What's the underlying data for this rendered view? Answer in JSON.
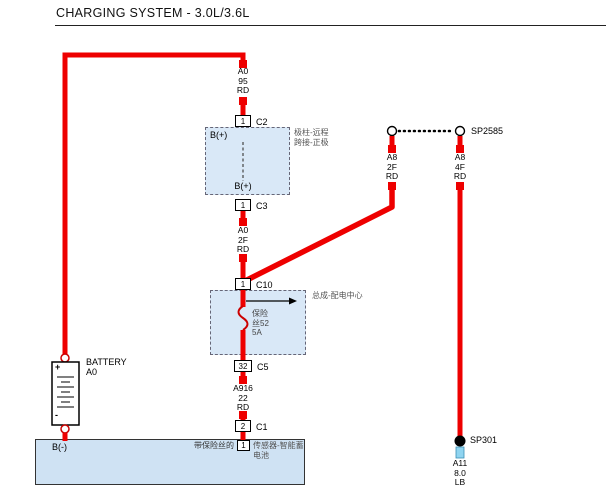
{
  "title": "CHARGING SYSTEM - 3.0L/3.6L",
  "colors": {
    "wire_red": "#ee0000",
    "wire_light_blue": "#8fd4f0",
    "component_fill": "#d9e8f7",
    "sensor_fill": "#cfe2f3"
  },
  "wire_labels": {
    "a0_95": [
      "A0",
      "95",
      "RD"
    ],
    "a0_2f": [
      "A0",
      "2F",
      "RD"
    ],
    "a916_22": [
      "A916",
      "22",
      "RD"
    ],
    "a8_2f": [
      "A8",
      "2F",
      "RD"
    ],
    "a8_4f": [
      "A8",
      "4F",
      "RD"
    ],
    "a11_80": [
      "A11",
      "8.0",
      "LB"
    ]
  },
  "connectors": {
    "c2": {
      "pin": "1",
      "name": "C2"
    },
    "c3": {
      "pin": "1",
      "name": "C3"
    },
    "c10": {
      "pin": "1",
      "name": "C10"
    },
    "c5": {
      "pin": "32",
      "name": "C5"
    },
    "c1": {
      "pin": "2",
      "name": "C1"
    },
    "sensor_pin": "1"
  },
  "components": {
    "jumper_post": {
      "terminal_top": "B(+)",
      "terminal_bottom": "B(+)",
      "name_line1": "极柱-远程",
      "name_line2": "跨接-正极"
    },
    "pdc": {
      "name": "总成-配电中心",
      "fuse_line1": "保险",
      "fuse_line2": "丝52",
      "fuse_line3": "5A"
    },
    "battery": {
      "name_line1": "BATTERY",
      "name_line2": "A0",
      "plus": "+",
      "minus": "-"
    },
    "battery_sensor": {
      "terminal_neg": "B(-)",
      "note": "带保险丝的",
      "name_line1": "传感器-智能蓄",
      "name_line2": "电池"
    }
  },
  "splices": {
    "sp2585": "SP2585",
    "sp301": "SP301"
  }
}
